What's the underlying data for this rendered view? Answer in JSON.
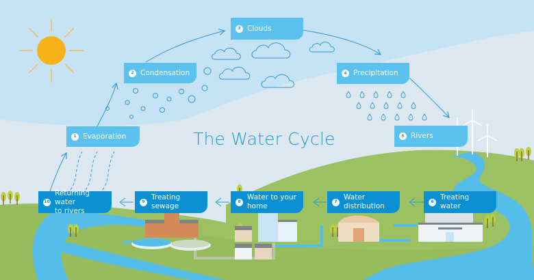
{
  "title": "The Water Cycle",
  "colors": {
    "sky": "#c6e3f5",
    "background": "#dde7f0",
    "box_light": "#5bc1ee",
    "box_dark": "#0b90d4",
    "title": "#1d9ad6",
    "sun": "#f8b219",
    "grass": "#9cc163",
    "river": "#55bdea",
    "line": "#2a9ad6"
  },
  "steps": [
    {
      "number": "1",
      "label": "Evaporation",
      "style": "light"
    },
    {
      "number": "2",
      "label": "Condensation",
      "style": "light"
    },
    {
      "number": "3",
      "label": "Clouds",
      "style": "light"
    },
    {
      "number": "4",
      "label": "Precipitation",
      "style": "light"
    },
    {
      "number": "5",
      "label": "Rivers",
      "style": "light"
    },
    {
      "number": "6",
      "label": "Treating water",
      "style": "dark"
    },
    {
      "number": "7",
      "label": "Water\ndistribution",
      "style": "dark"
    },
    {
      "number": "8",
      "label": "Water to your\nhome",
      "style": "dark"
    },
    {
      "number": "9",
      "label": "Treating\nsewage",
      "style": "dark"
    },
    {
      "number": "10",
      "label": "Returning water\nto rivers",
      "style": "dark"
    }
  ],
  "illustrations": {
    "sun": "sun-icon",
    "clouds": "cloud-icon",
    "droplets": "raindrop-icon",
    "vapor_bubbles": "bubble-icon",
    "wind_turbines": "wind-turbine-icon",
    "buildings": [
      "sewage-treatment-plant",
      "houses",
      "apartment-block",
      "distribution-building",
      "water-treatment-plant"
    ],
    "trees": "tree-icon"
  }
}
